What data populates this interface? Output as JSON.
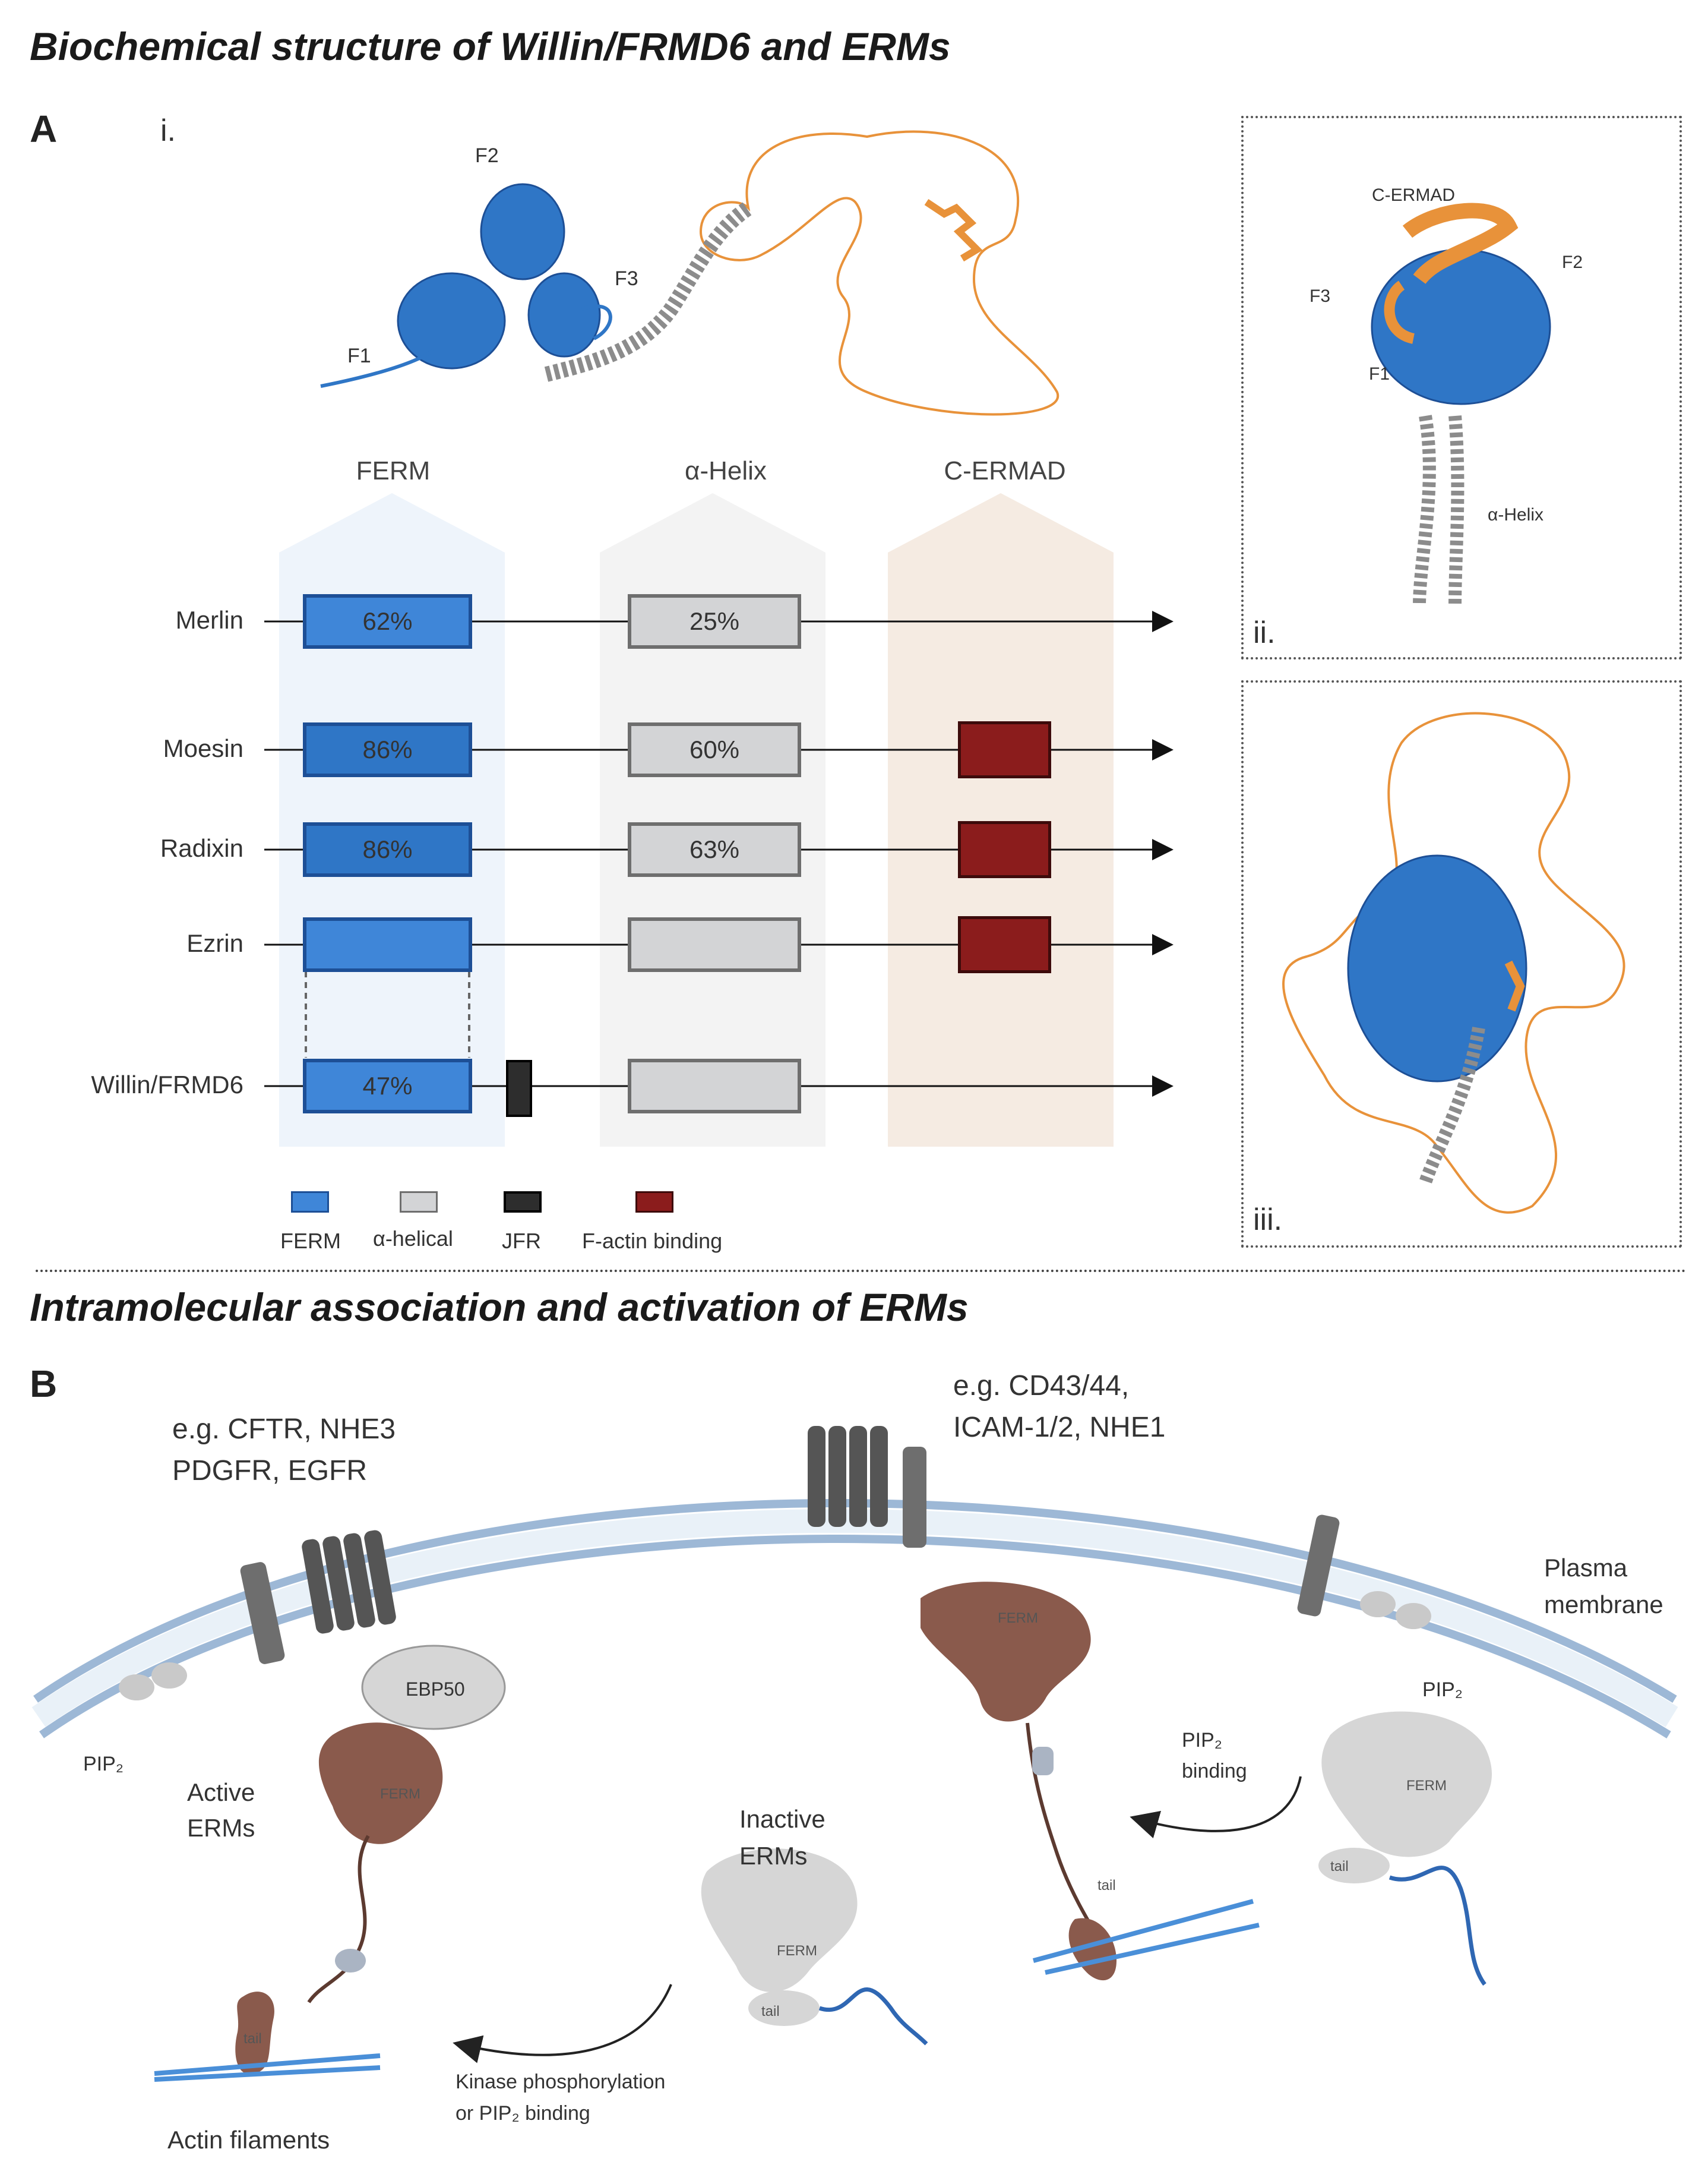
{
  "panelA": {
    "title": "Biochemical structure of Willin/FRMD6 and ERMs",
    "letter": "A",
    "sub_i": "i.",
    "sub_ii": "ii.",
    "sub_iii": "iii.",
    "structure_labels": {
      "f1": "F1",
      "f2": "F2",
      "f3": "F3"
    },
    "inset_labels": {
      "cermad": "C-ERMAD",
      "f1": "F1",
      "f2": "F2",
      "f3": "F3",
      "helix": "α-Helix"
    },
    "columns": {
      "ferm": "FERM",
      "helix": "α-Helix",
      "cermad": "C-ERMAD"
    },
    "rows": [
      {
        "name": "Merlin",
        "ferm_pct": "62%",
        "helix_pct": "25%",
        "actin": false
      },
      {
        "name": "Moesin",
        "ferm_pct": "86%",
        "helix_pct": "60%",
        "actin": true
      },
      {
        "name": "Radixin",
        "ferm_pct": "86%",
        "helix_pct": "63%",
        "actin": true
      },
      {
        "name": "Ezrin",
        "ferm_pct": "",
        "helix_pct": "",
        "actin": true
      },
      {
        "name": "Willin/FRMD6",
        "ferm_pct": "47%",
        "helix_pct": "",
        "actin": false
      }
    ],
    "legend": [
      "FERM",
      "α-helical",
      "JFR",
      "F-actin binding"
    ],
    "colors": {
      "ferm": "#3f86d8",
      "helical": "#d3d4d6",
      "jfr": "#2d2d2d",
      "actin": "#8b1c1c",
      "orange": "#e8923a",
      "membrane": "#9db8d6",
      "active_erm": "#8a5a4c",
      "inactive_erm": "#d6d6d6"
    }
  },
  "panelB": {
    "title": "Intramolecular association and activation of ERMs",
    "letter": "B",
    "receptors_left_1": "e.g. CFTR, NHE3",
    "receptors_left_2": "PDGFR, EGFR",
    "receptors_right_1": "e.g. CD43/44,",
    "receptors_right_2": "ICAM-1/2, NHE1",
    "plasma_1": "Plasma",
    "plasma_2": "membrane",
    "pip2_left": "PIP₂",
    "pip2_right": "PIP₂",
    "active_1": "Active",
    "active_2": "ERMs",
    "inactive_1": "Inactive",
    "inactive_2": "ERMs",
    "ebp50": "EBP50",
    "ferm": "FERM",
    "tail": "tail",
    "pip2_binding_1": "PIP₂",
    "pip2_binding_2": "binding",
    "kinase_1": "Kinase phosphorylation",
    "kinase_2": "or PIP₂ binding",
    "actin": "Actin filaments"
  }
}
